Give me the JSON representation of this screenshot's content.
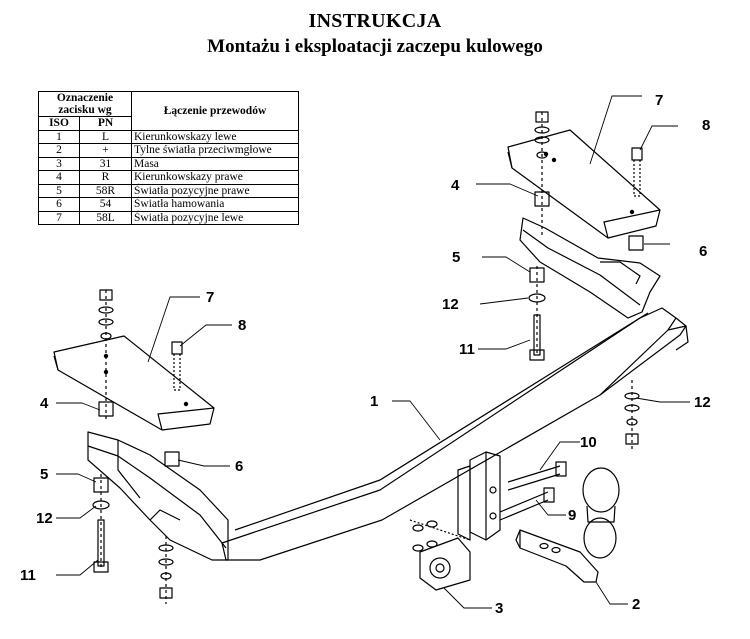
{
  "header": {
    "title": "INSTRUKCJA",
    "subtitle": "Montażu i eksploatacji zaczepu kulowego"
  },
  "wiring_table": {
    "group_header": "Oznaczenie zacisku wg",
    "col_iso": "ISO",
    "col_pn": "PN",
    "col_desc": "Łączenie przewodów",
    "rows": [
      {
        "iso": "1",
        "pn": "L",
        "desc": "Kierunkowskazy lewe"
      },
      {
        "iso": "2",
        "pn": "+",
        "desc": "Tylne światła przeciwmgłowe"
      },
      {
        "iso": "3",
        "pn": "31",
        "desc": "Masa"
      },
      {
        "iso": "4",
        "pn": "R",
        "desc": "Kierunkowskazy prawe"
      },
      {
        "iso": "5",
        "pn": "58R",
        "desc": "Światła pozycyjne prawe"
      },
      {
        "iso": "6",
        "pn": "54",
        "desc": "Światła hamowania"
      },
      {
        "iso": "7",
        "pn": "58L",
        "desc": "Światła pozycyjne lewe"
      }
    ]
  },
  "part_labels": [
    "1",
    "2",
    "3",
    "4",
    "4",
    "5",
    "5",
    "6",
    "6",
    "7",
    "7",
    "8",
    "8",
    "9",
    "10",
    "11",
    "11",
    "12",
    "12",
    "12"
  ]
}
